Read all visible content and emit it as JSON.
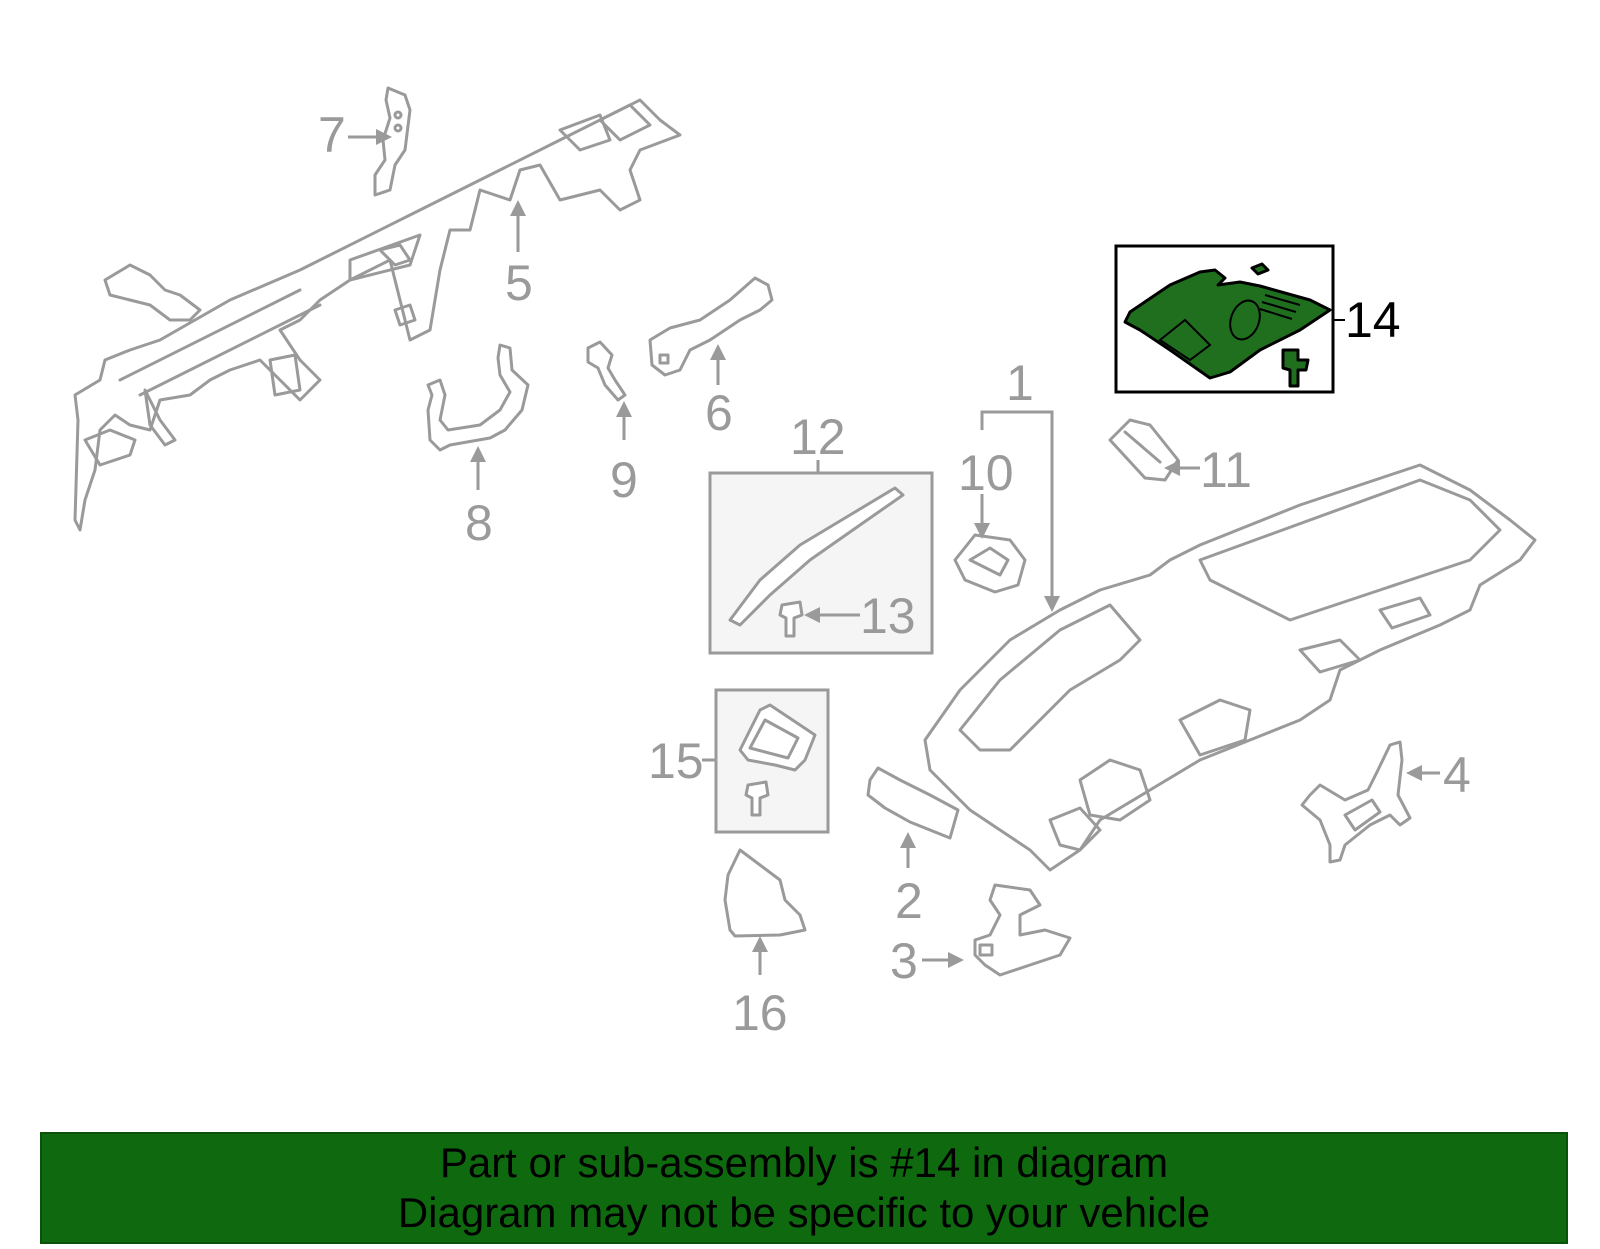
{
  "callouts": {
    "c1": "1",
    "c2": "2",
    "c3": "3",
    "c4": "4",
    "c5": "5",
    "c6": "6",
    "c7": "7",
    "c8": "8",
    "c9": "9",
    "c10": "10",
    "c11": "11",
    "c12": "12",
    "c13": "13",
    "c14": "14",
    "c15": "15",
    "c16": "16"
  },
  "footer": {
    "line1": "Part or sub-assembly is #14 in diagram",
    "line2": "Diagram may not be specific to your vehicle"
  },
  "colors": {
    "highlight_part": "#1f6f1f",
    "banner": "#0f6a0f",
    "line_art": "#9a9a9a"
  }
}
